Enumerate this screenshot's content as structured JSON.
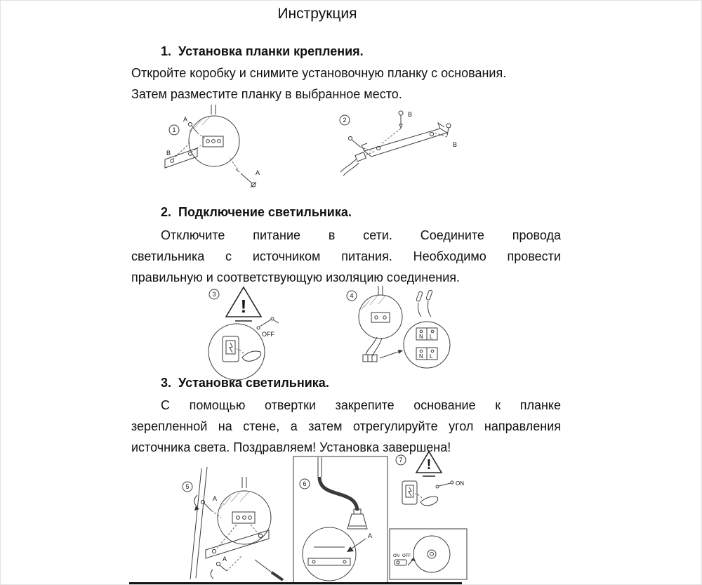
{
  "title": "Инструкция",
  "sections": {
    "s1": {
      "heading": "1.  Установка планки крепления.",
      "lines": [
        "Откройте коробку и снимите установочную планку с основания.",
        "Затем разместите планку в выбранное место."
      ]
    },
    "s2": {
      "heading": "2.  Подключение светильника.",
      "lines": [
        "Отключите питание в сети. Соедините провода",
        "светильника с источником питания. Необходимо провести",
        "правильную и соответствующую изоляцию соединения."
      ]
    },
    "s3": {
      "heading": "3.  Установка светильника.",
      "lines": [
        "С помощью отвертки закрепите основание к планке",
        "зерепленной на стене, а затем отрегулируйте угол направления",
        "источника света. Поздравляем! Установка завершена!"
      ]
    }
  },
  "figures": {
    "fig1": {
      "num": "1",
      "label_a_top": "A",
      "label_a_side": "A",
      "label_b": "B"
    },
    "fig2": {
      "num": "2",
      "label_b_top": "B",
      "label_b_side": "B"
    },
    "fig3": {
      "num": "3",
      "warning": "!",
      "switch_label": "OFF"
    },
    "fig4": {
      "num": "4",
      "terminal_top_n": "N",
      "terminal_top_l": "L",
      "terminal_bottom_n": "N",
      "terminal_bottom_l": "L"
    },
    "fig5": {
      "num": "5",
      "label_a_top": "A",
      "label_a_bottom": "A"
    },
    "fig6": {
      "num": "6",
      "label_a": "A"
    },
    "fig7": {
      "num": "7",
      "warning": "!",
      "switch_label": "ON",
      "mini_on": "ON",
      "mini_off": "OFF"
    }
  }
}
